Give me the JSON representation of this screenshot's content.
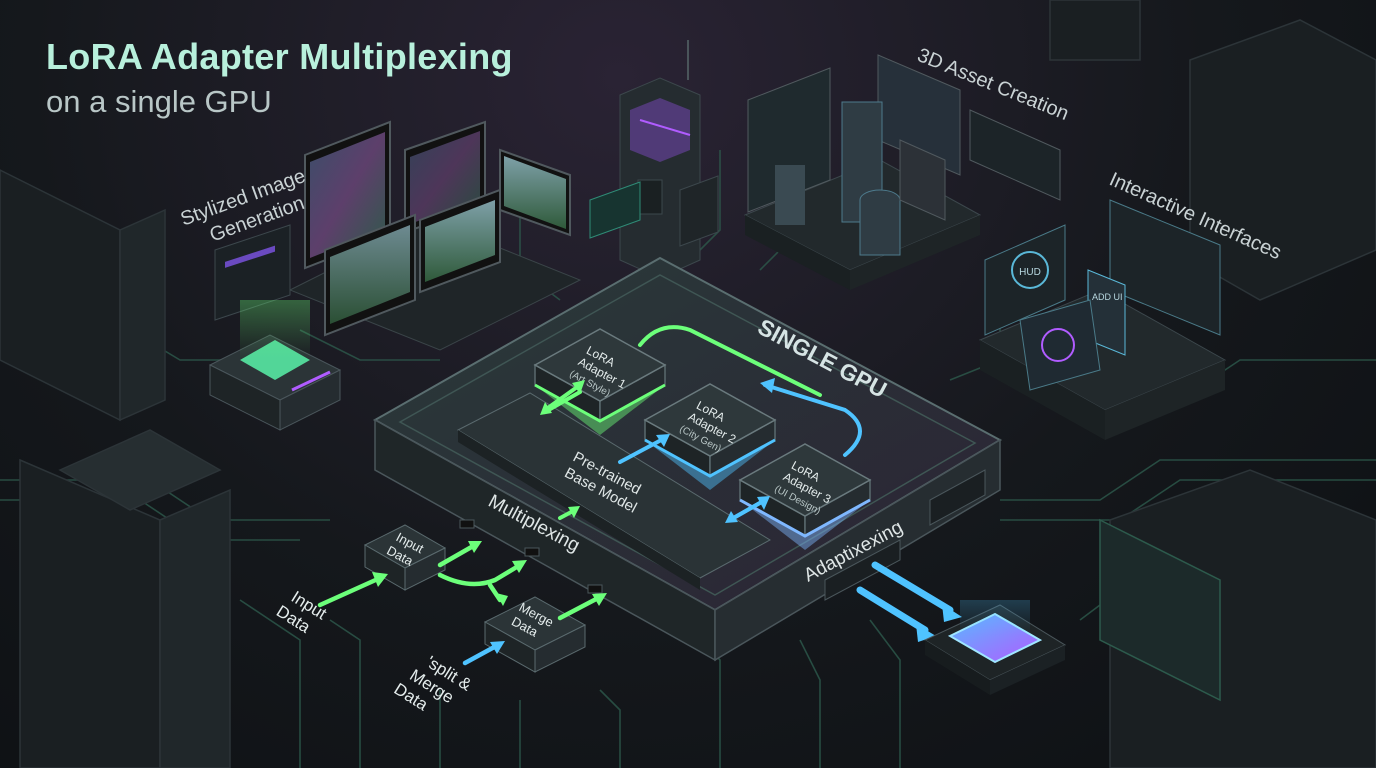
{
  "header": {
    "title": "LoRA Adapter Multiplexing",
    "subtitle": "on a single GPU"
  },
  "sections": {
    "stylized": [
      "Stylized Image",
      "Generation"
    ],
    "asset": "3D Asset Creation",
    "interfaces": "Interactive Interfaces"
  },
  "gpu": {
    "label": "SINGLE GPU",
    "base_model": [
      "Pre-trained",
      "Base Model"
    ],
    "multiplexing": "Multiplexing",
    "adaptiplexing": "Adaptixexing"
  },
  "adapters": [
    {
      "lines": [
        "LoRA",
        "Adapter 1",
        "(Art Style)"
      ],
      "color": "#6cff7a"
    },
    {
      "lines": [
        "LoRA",
        "Adapter 2",
        "(City Gen)"
      ],
      "color": "#4fc3ff"
    },
    {
      "lines": [
        "LoRA",
        "Adapter 3",
        "(UI Design)"
      ],
      "color": "#7fb8ff"
    }
  ],
  "flow": {
    "input_data_box": [
      "Input",
      "Data"
    ],
    "merge_data_box": [
      "Merge",
      "Data"
    ],
    "input_data_label": [
      "Input",
      "Data"
    ],
    "split_merge_label": [
      "'split &",
      "Merge",
      "Data"
    ]
  },
  "screens": {
    "hud_text": "HUD",
    "app_ui_text": "ADD UI"
  },
  "colors": {
    "accent_green": "#6cff7a",
    "accent_cyan": "#4fc3ff",
    "accent_purple": "#b05cff",
    "panel_dark": "#1e2426",
    "panel_mid": "#2b3437"
  }
}
